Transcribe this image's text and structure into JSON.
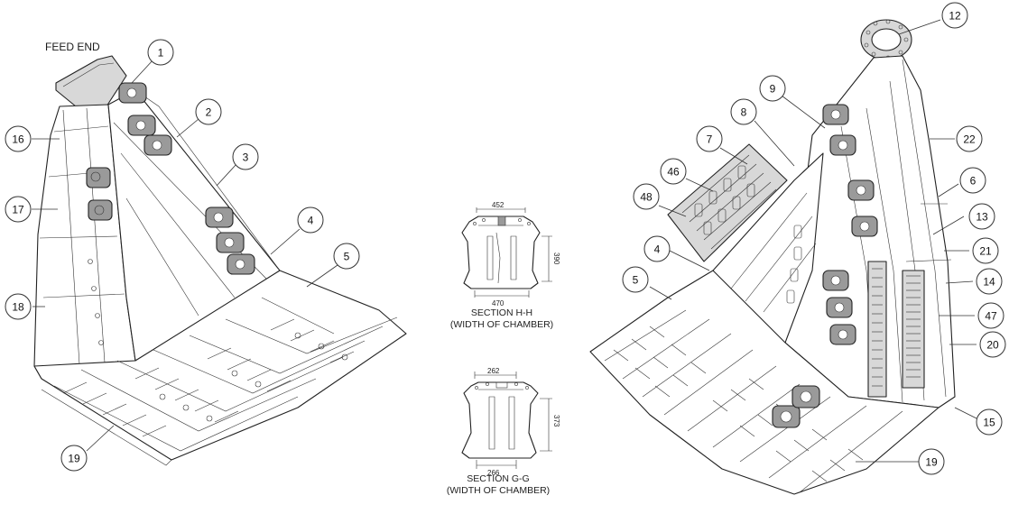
{
  "feed_end_label": "FEED END",
  "callouts": [
    {
      "id": "1",
      "label": "1"
    },
    {
      "id": "2",
      "label": "2"
    },
    {
      "id": "3",
      "label": "3"
    },
    {
      "id": "4L",
      "label": "4"
    },
    {
      "id": "5L",
      "label": "5"
    },
    {
      "id": "16",
      "label": "16"
    },
    {
      "id": "17",
      "label": "17"
    },
    {
      "id": "18",
      "label": "18"
    },
    {
      "id": "19L",
      "label": "19"
    },
    {
      "id": "12",
      "label": "12"
    },
    {
      "id": "9",
      "label": "9"
    },
    {
      "id": "8",
      "label": "8"
    },
    {
      "id": "7",
      "label": "7"
    },
    {
      "id": "46",
      "label": "46"
    },
    {
      "id": "48",
      "label": "48"
    },
    {
      "id": "4R",
      "label": "4"
    },
    {
      "id": "5R",
      "label": "5"
    },
    {
      "id": "22",
      "label": "22"
    },
    {
      "id": "6",
      "label": "6"
    },
    {
      "id": "13",
      "label": "13"
    },
    {
      "id": "21",
      "label": "21"
    },
    {
      "id": "14",
      "label": "14"
    },
    {
      "id": "47",
      "label": "47"
    },
    {
      "id": "20",
      "label": "20"
    },
    {
      "id": "15",
      "label": "15"
    },
    {
      "id": "19R",
      "label": "19"
    }
  ],
  "section_hh": {
    "title": "SECTION H-H",
    "subtitle": "(WIDTH OF CHAMBER)",
    "dim_top": "452",
    "dim_bottom": "470",
    "dim_side": "390"
  },
  "section_gg": {
    "title": "SECTION G-G",
    "subtitle": "(WIDTH OF CHAMBER)",
    "dim_top": "262",
    "dim_bottom": "266",
    "dim_side": "373"
  }
}
